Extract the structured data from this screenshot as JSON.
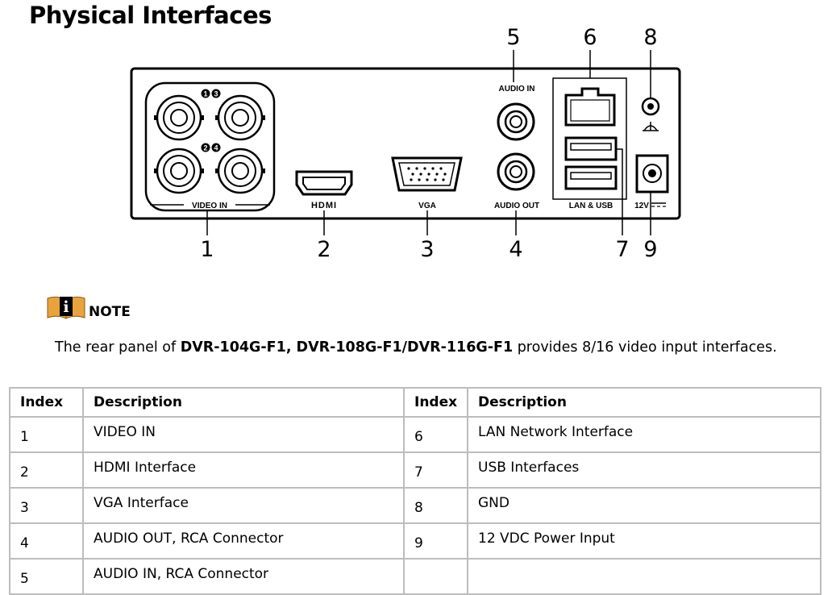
{
  "title": "Physical Interfaces",
  "panel": {
    "labels": {
      "video_in": "VIDEO IN",
      "hdmi": "HDMI",
      "vga": "VGA",
      "audio_in": "AUDIO IN",
      "audio_out": "AUDIO OUT",
      "lan_usb": "LAN & USB",
      "power": "12V",
      "ch_1": "1",
      "ch_2": "2",
      "ch_3": "3",
      "ch_4": "4"
    },
    "callouts": [
      "1",
      "2",
      "3",
      "4",
      "5",
      "6",
      "7",
      "8",
      "9"
    ]
  },
  "note": {
    "label": "NOTE",
    "text_prefix": "The rear panel of ",
    "models": "DVR-104G-F1, DVR-108G-F1/DVR-116G-F1",
    "text_suffix": " provides 8/16 video input interfaces."
  },
  "table": {
    "headers": [
      "Index",
      "Description",
      "Index",
      "Description"
    ],
    "rows": [
      {
        "i1": "1",
        "d1": "VIDEO IN",
        "i2": "6",
        "d2": "LAN Network Interface"
      },
      {
        "i1": "2",
        "d1": "HDMI Interface",
        "i2": "7",
        "d2": "USB Interfaces"
      },
      {
        "i1": "3",
        "d1": "VGA Interface",
        "i2": "8",
        "d2": "GND"
      },
      {
        "i1": "4",
        "d1": "AUDIO OUT, RCA Connector",
        "i2": "9",
        "d2": "12 VDC Power Input"
      },
      {
        "i1": "5",
        "d1": "AUDIO IN, RCA Connector",
        "i2": "",
        "d2": ""
      }
    ]
  }
}
